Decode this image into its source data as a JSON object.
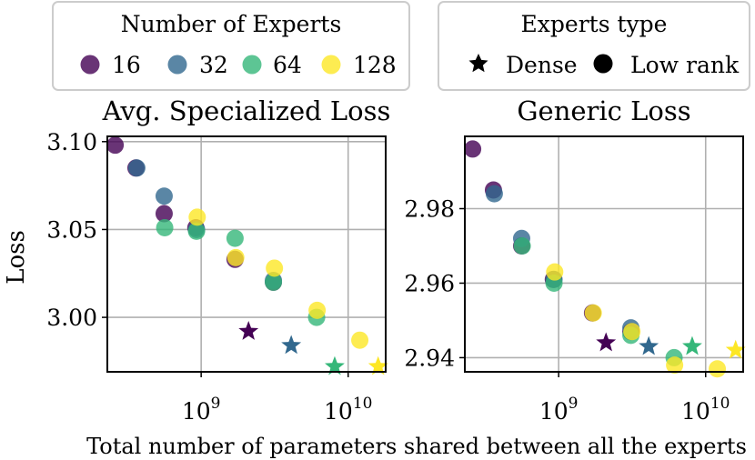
{
  "legends": {
    "experts": {
      "title": "Number of Experts",
      "entries": [
        {
          "label": "16",
          "color": "#440154"
        },
        {
          "label": "32",
          "color": "#31688e"
        },
        {
          "label": "64",
          "color": "#35b779"
        },
        {
          "label": "128",
          "color": "#fde725"
        }
      ]
    },
    "type": {
      "title": "Experts type",
      "entries": [
        {
          "label": "Dense",
          "marker": "star"
        },
        {
          "label": "Low rank",
          "marker": "circle"
        }
      ]
    }
  },
  "shared": {
    "ylabel": "Loss",
    "xlabel": "Total number of parameters shared between all the experts"
  },
  "chart_data": [
    {
      "type": "scatter",
      "title": "Avg. Specialized Loss",
      "xscale": "log",
      "xlim": [
        230000000.0,
        18000000000.0
      ],
      "ylim": [
        2.969,
        3.103
      ],
      "xticks": [
        {
          "value": 1000000000.0,
          "base": "10",
          "exp": "9"
        },
        {
          "value": 10000000000.0,
          "base": "10",
          "exp": "10"
        }
      ],
      "yticks": [
        {
          "value": 3.1,
          "label": "3.10"
        },
        {
          "value": 3.05,
          "label": "3.05"
        },
        {
          "value": 3.0,
          "label": "3.00"
        }
      ],
      "grid": true,
      "series": [
        {
          "name": "16",
          "color": "#440154",
          "points": [
            {
              "x": 260000000.0,
              "y": 3.098,
              "marker": "circle"
            },
            {
              "x": 360000000.0,
              "y": 3.085,
              "marker": "circle"
            },
            {
              "x": 560000000.0,
              "y": 3.059,
              "marker": "circle"
            },
            {
              "x": 920000000.0,
              "y": 3.051,
              "marker": "circle"
            },
            {
              "x": 1700000000.0,
              "y": 3.033,
              "marker": "circle"
            },
            {
              "x": 3100000000.0,
              "y": 3.02,
              "marker": "circle"
            },
            {
              "x": 2100000000.0,
              "y": 2.992,
              "marker": "star"
            }
          ]
        },
        {
          "name": "32",
          "color": "#31688e",
          "points": [
            {
              "x": 365000000.0,
              "y": 3.085,
              "marker": "circle"
            },
            {
              "x": 560000000.0,
              "y": 3.069,
              "marker": "circle"
            },
            {
              "x": 930000000.0,
              "y": 3.05,
              "marker": "circle"
            },
            {
              "x": 3100000000.0,
              "y": 3.021,
              "marker": "circle"
            },
            {
              "x": 4100000000.0,
              "y": 2.984,
              "marker": "star"
            }
          ]
        },
        {
          "name": "64",
          "color": "#35b779",
          "points": [
            {
              "x": 565000000.0,
              "y": 3.051,
              "marker": "circle"
            },
            {
              "x": 930000000.0,
              "y": 3.049,
              "marker": "circle"
            },
            {
              "x": 1700000000.0,
              "y": 3.045,
              "marker": "circle"
            },
            {
              "x": 3100000000.0,
              "y": 3.02,
              "marker": "circle"
            },
            {
              "x": 6100000000.0,
              "y": 3.0,
              "marker": "circle"
            },
            {
              "x": 8100000000.0,
              "y": 2.972,
              "marker": "star"
            }
          ]
        },
        {
          "name": "128",
          "color": "#fde725",
          "points": [
            {
              "x": 940000000.0,
              "y": 3.057,
              "marker": "circle"
            },
            {
              "x": 1720000000.0,
              "y": 3.034,
              "marker": "circle"
            },
            {
              "x": 3150000000.0,
              "y": 3.028,
              "marker": "circle"
            },
            {
              "x": 6150000000.0,
              "y": 3.004,
              "marker": "circle"
            },
            {
              "x": 12000000000.0,
              "y": 2.987,
              "marker": "circle"
            },
            {
              "x": 16000000000.0,
              "y": 2.972,
              "marker": "star"
            }
          ]
        }
      ]
    },
    {
      "type": "scatter",
      "title": "Generic Loss",
      "xscale": "log",
      "xlim": [
        230000000.0,
        18000000000.0
      ],
      "ylim": [
        2.9362,
        2.9994
      ],
      "xticks": [
        {
          "value": 1000000000.0,
          "base": "10",
          "exp": "9"
        },
        {
          "value": 10000000000.0,
          "base": "10",
          "exp": "10"
        }
      ],
      "yticks": [
        {
          "value": 2.98,
          "label": "2.98"
        },
        {
          "value": 2.96,
          "label": "2.96"
        },
        {
          "value": 2.94,
          "label": "2.94"
        }
      ],
      "grid": true,
      "series": [
        {
          "name": "16",
          "color": "#440154",
          "points": [
            {
              "x": 260000000.0,
              "y": 2.996,
              "marker": "circle"
            },
            {
              "x": 360000000.0,
              "y": 2.985,
              "marker": "circle"
            },
            {
              "x": 560000000.0,
              "y": 2.97,
              "marker": "circle"
            },
            {
              "x": 920000000.0,
              "y": 2.961,
              "marker": "circle"
            },
            {
              "x": 1700000000.0,
              "y": 2.952,
              "marker": "circle"
            },
            {
              "x": 3100000000.0,
              "y": 2.947,
              "marker": "circle"
            },
            {
              "x": 2100000000.0,
              "y": 2.944,
              "marker": "star"
            }
          ]
        },
        {
          "name": "32",
          "color": "#31688e",
          "points": [
            {
              "x": 365000000.0,
              "y": 2.984,
              "marker": "circle"
            },
            {
              "x": 560000000.0,
              "y": 2.972,
              "marker": "circle"
            },
            {
              "x": 930000000.0,
              "y": 2.961,
              "marker": "circle"
            },
            {
              "x": 3100000000.0,
              "y": 2.948,
              "marker": "circle"
            },
            {
              "x": 4100000000.0,
              "y": 2.943,
              "marker": "star"
            }
          ]
        },
        {
          "name": "64",
          "color": "#35b779",
          "points": [
            {
              "x": 565000000.0,
              "y": 2.97,
              "marker": "circle"
            },
            {
              "x": 930000000.0,
              "y": 2.96,
              "marker": "circle"
            },
            {
              "x": 3100000000.0,
              "y": 2.946,
              "marker": "circle"
            },
            {
              "x": 6100000000.0,
              "y": 2.94,
              "marker": "circle"
            },
            {
              "x": 8100000000.0,
              "y": 2.943,
              "marker": "star"
            }
          ]
        },
        {
          "name": "128",
          "color": "#fde725",
          "points": [
            {
              "x": 940000000.0,
              "y": 2.963,
              "marker": "circle"
            },
            {
              "x": 1720000000.0,
              "y": 2.952,
              "marker": "circle"
            },
            {
              "x": 3150000000.0,
              "y": 2.947,
              "marker": "circle"
            },
            {
              "x": 6150000000.0,
              "y": 2.938,
              "marker": "circle"
            },
            {
              "x": 12000000000.0,
              "y": 2.937,
              "marker": "circle"
            },
            {
              "x": 16000000000.0,
              "y": 2.942,
              "marker": "star"
            }
          ]
        }
      ]
    }
  ]
}
